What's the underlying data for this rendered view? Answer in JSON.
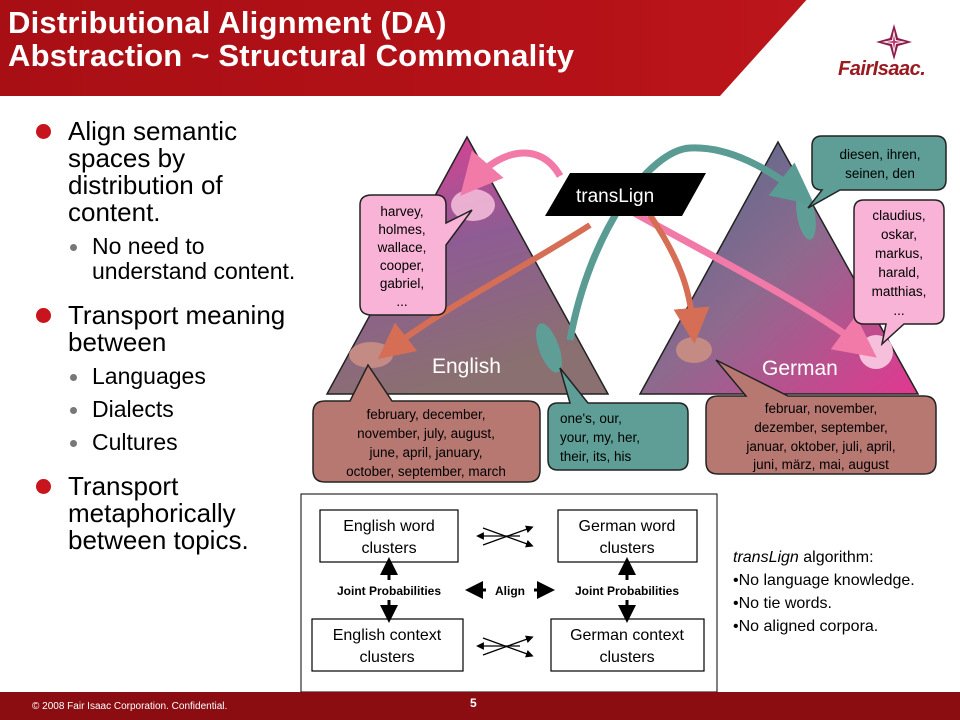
{
  "header": {
    "title_line1": "Distributional Alignment (DA)",
    "title_line2": "Abstraction ~ Structural Commonality",
    "logo_text": "FairIsaac."
  },
  "bullets": [
    {
      "text": "Align semantic spaces by distribution of content.",
      "subs": [
        "No need to understand content."
      ]
    },
    {
      "text": "Transport meaning between",
      "subs": [
        "Languages",
        "Dialects",
        "Cultures"
      ]
    },
    {
      "text": "Transport metaphorically between topics.",
      "subs": []
    }
  ],
  "diagram": {
    "center_label": "transLign",
    "english_label": "English",
    "german_label": "German",
    "bubbles": {
      "names_en": [
        "harvey,",
        "holmes,",
        "wallace,",
        "cooper,",
        "gabriel,",
        "..."
      ],
      "names_de": [
        "claudius,",
        "oskar,",
        "markus,",
        "harald,",
        "matthias,",
        "..."
      ],
      "pron_de": [
        "diesen, ihren,",
        "seinen, den"
      ],
      "months_en": [
        "february, december,",
        "november, july, august,",
        "june, april, january,",
        "october, september, march"
      ],
      "pron_en": [
        "one's, our,",
        "your, my, her,",
        "their, its, his"
      ],
      "months_de": [
        "februar, november,",
        "dezember, september,",
        "januar, oktober, juli, april,",
        "juni, märz, mai, august"
      ]
    },
    "flow": {
      "en_word": [
        "English word",
        "clusters"
      ],
      "de_word": [
        "German word",
        "clusters"
      ],
      "en_context": [
        "English context",
        "clusters"
      ],
      "de_context": [
        "German context",
        "clusters"
      ],
      "joint_left": "Joint Probabilities",
      "joint_right": "Joint Probabilities",
      "align": "Align"
    }
  },
  "algorithm": {
    "title_italic": "transLign",
    "title_rest": " algorithm:",
    "points": [
      "•No language knowledge.",
      "•No tie words.",
      "•No aligned corpora."
    ]
  },
  "footer": {
    "copyright": "© 2008 Fair Isaac Corporation. Confidential.",
    "page": "5"
  },
  "colors": {
    "brand_red": "#b41218",
    "bullet_red": "#c8141c",
    "bubble_pink": "#f9b3d6",
    "bubble_teal": "#5e9e96",
    "bubble_brown": "#b87872",
    "arrow_pink": "#f27aa8",
    "arrow_teal": "#5a9c94",
    "arrow_brown": "#d66e55"
  }
}
